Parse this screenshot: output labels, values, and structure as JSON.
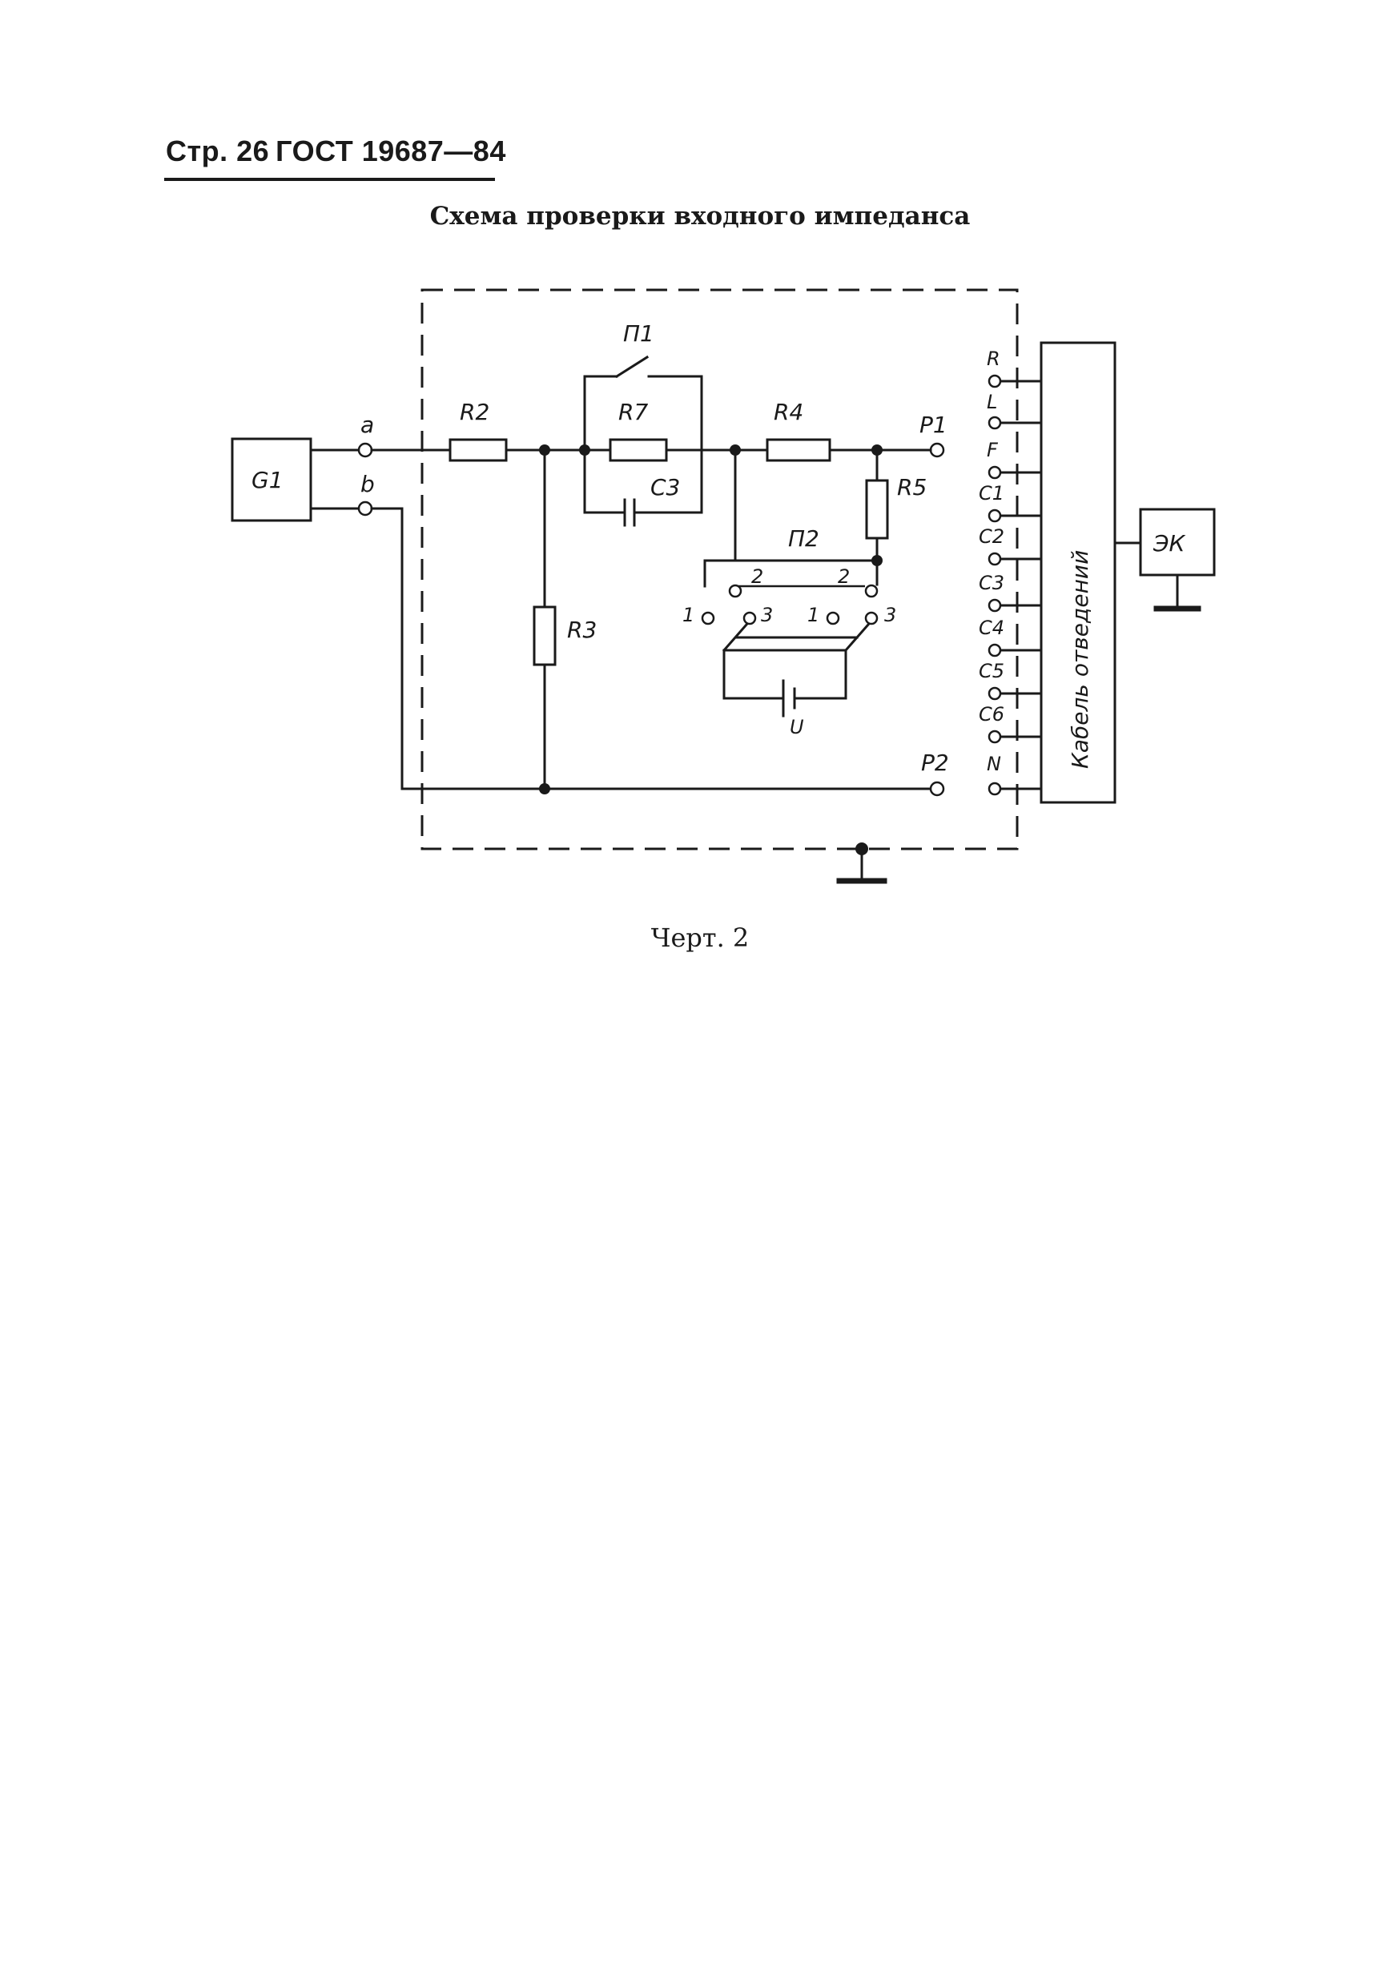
{
  "header": {
    "page": "Стр. 26",
    "standard": "ГОСТ 19687—84"
  },
  "figure": {
    "title": "Схема проверки входного импеданса",
    "caption": "Черт. 2"
  },
  "schematic": {
    "generator": "G1",
    "terminal_a": "a",
    "terminal_b": "b",
    "resistors": [
      "R2",
      "R3",
      "R4",
      "R5",
      "R7"
    ],
    "capacitor": "C3",
    "switch_1": "П1",
    "switch_2": "П2",
    "switch_positions": [
      "1",
      "2",
      "3",
      "1",
      "2",
      "3"
    ],
    "source": "U",
    "outputs": [
      "P1",
      "P2"
    ],
    "lead_terminals": [
      "R",
      "L",
      "F",
      "C1",
      "C2",
      "C3",
      "C4",
      "C5",
      "C6",
      "N"
    ],
    "cable_label": "Кабель отведений",
    "ecg_device": "ЭК"
  }
}
